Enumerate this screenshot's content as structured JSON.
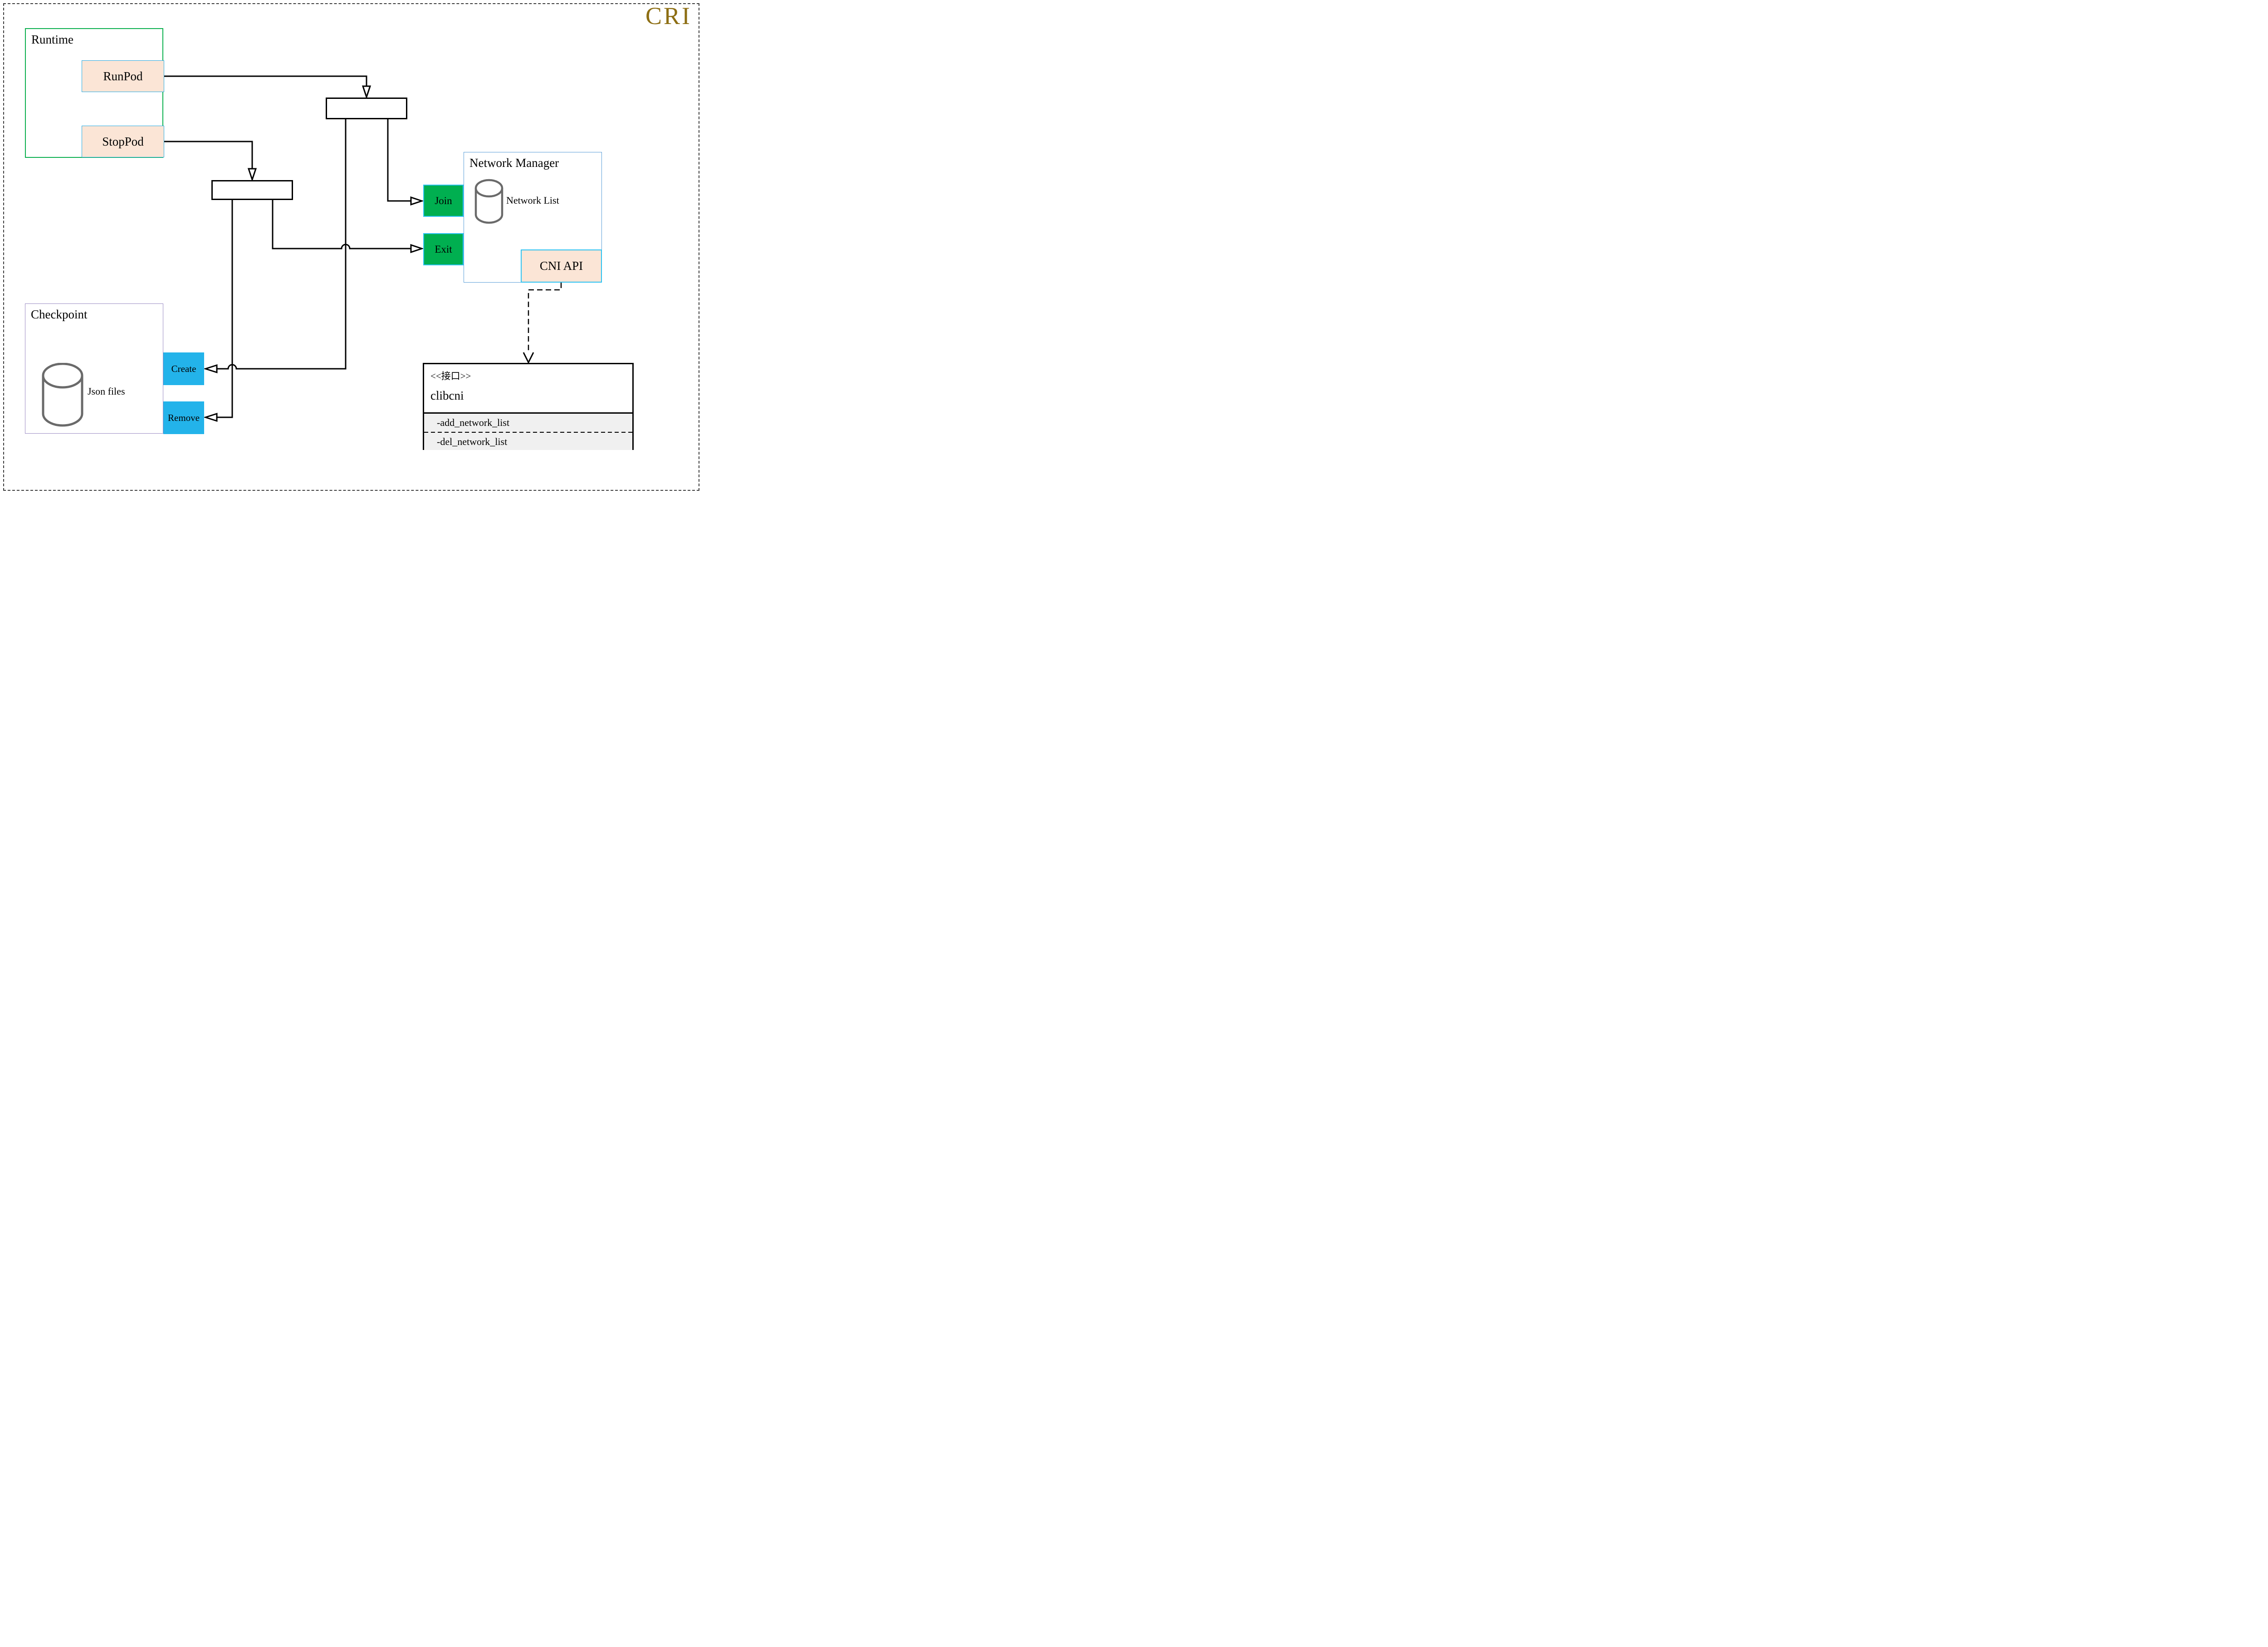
{
  "page": {
    "title": "CRI"
  },
  "runtime": {
    "label": "Runtime",
    "buttons": [
      {
        "label": "RunPod"
      },
      {
        "label": "StopPod"
      }
    ]
  },
  "network_manager": {
    "label": "Network Manager",
    "database_label": "Network List",
    "join_label": "Join",
    "exit_label": "Exit",
    "api_label": "CNI API"
  },
  "checkpoint": {
    "label": "Checkpoint",
    "database_label": "Json files",
    "create_label": "Create",
    "remove_label": "Remove"
  },
  "interface_class": {
    "stereotype": "<<接口>>",
    "name": "clibcni",
    "methods": [
      {
        "label": "-add_network_list"
      },
      {
        "label": "-del_network_list"
      }
    ]
  },
  "colors": {
    "title": "#8D6E13",
    "runtime_border": "#0DB04F",
    "network_manager_border": "#5B9FD8",
    "checkpoint_border": "#9C8CC4",
    "peach_fill": "#FBE5D6",
    "peach_border": "#29ABE2",
    "action_green_fill": "#00AF50",
    "cyan_border": "#2BC2F2",
    "blue_fill": "#23B3EA",
    "interface_section_bg": "#F0F0F0",
    "cylinder_stroke": "#6A6A6A",
    "wire": "#000000"
  }
}
